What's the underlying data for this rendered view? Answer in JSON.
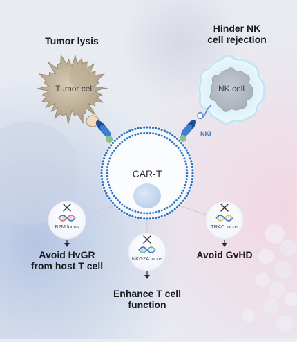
{
  "labels": {
    "tumor_lysis": "Tumor lysis",
    "hinder_nk": [
      "Hinder NK",
      "cell rejection"
    ],
    "avoid_hvgr": [
      "Avoid HvGR",
      "from host T cell"
    ],
    "avoid_gvhd": "Avoid GvHD",
    "enhance_t": [
      "Enhance T cell",
      "function"
    ]
  },
  "cells": {
    "tumor": "Tumor cell",
    "nk": "NK cell",
    "cart": "CAR-T",
    "nki": "NKi"
  },
  "loci": {
    "b2m": "B2M locus",
    "nkg2a": "NKG2A locus",
    "trac": "TRAC locus"
  },
  "colors": {
    "membrane_blue": "#2f74c0",
    "receptor_dark": "#1f4e99",
    "receptor_light": "#3a7fd0",
    "ligand_green": "#8fbe8a",
    "tumor_fill": "#c6b79f",
    "nk_fill": "#b9bfc9",
    "nk_halo": "#d8f0f8",
    "label_text": "#1b1b1f",
    "nki_text": "#2f74c0"
  },
  "icons": [
    "close-x-icon",
    "dna-helix-icon",
    "arrow-down-icon"
  ]
}
